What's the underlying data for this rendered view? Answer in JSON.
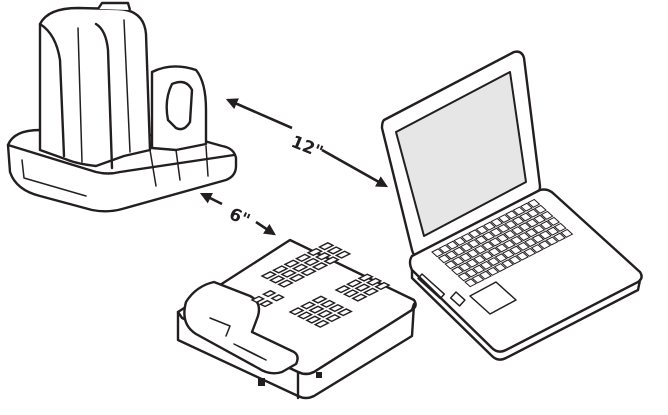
{
  "diagram": {
    "distances": [
      {
        "id": "base-to-computer",
        "label": "12\""
      },
      {
        "id": "base-to-phone",
        "label": "6\""
      }
    ],
    "colors": {
      "line": "#231f20",
      "screen": "#e6e6e6",
      "background": "#ffffff"
    },
    "devices": [
      {
        "id": "headset-base",
        "icon": "headset-base-icon"
      },
      {
        "id": "laptop",
        "icon": "laptop-icon"
      },
      {
        "id": "desk-phone",
        "icon": "desk-phone-icon"
      }
    ]
  }
}
